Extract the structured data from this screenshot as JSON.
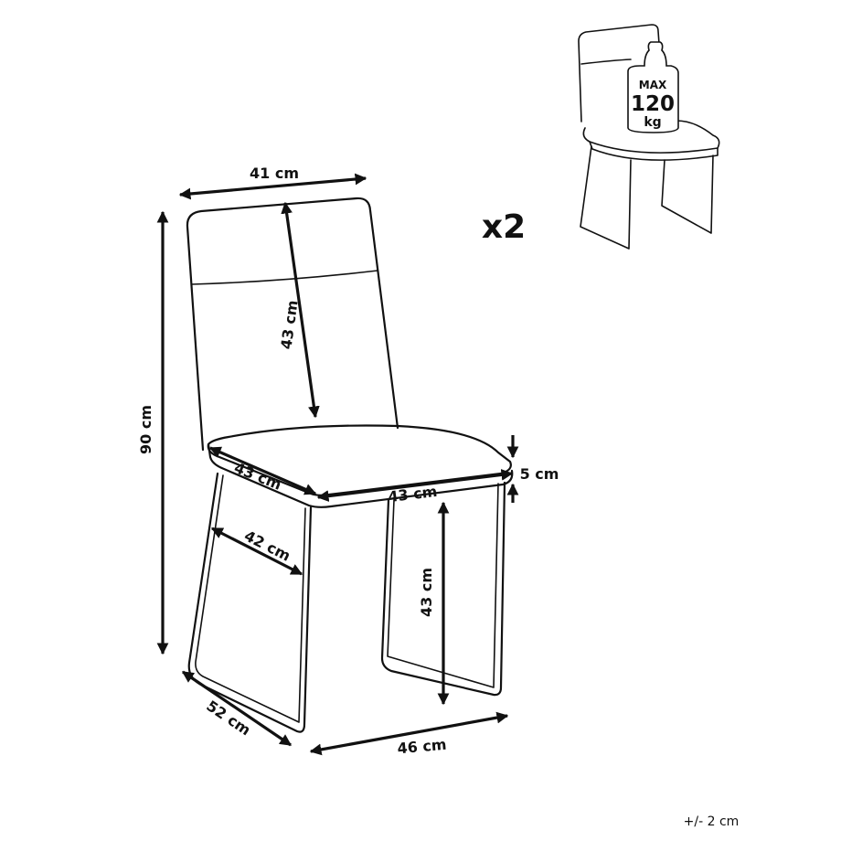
{
  "dimensions": {
    "backrest_width": "41 cm",
    "total_height": "90 cm",
    "backrest_height": "43 cm",
    "seat_depth": "43 cm",
    "seat_width": "43 cm",
    "seat_thickness": "5 cm",
    "leg_depth": "42 cm",
    "seat_height": "43 cm",
    "base_depth": "52 cm",
    "base_width": "46 cm"
  },
  "quantity": "x2",
  "max_load": {
    "line1": "MAX",
    "line2": "120",
    "line3": "kg"
  },
  "tolerance": "+/- 2 cm"
}
